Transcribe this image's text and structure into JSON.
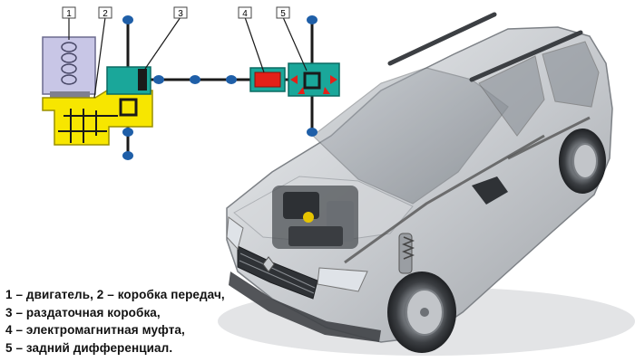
{
  "diagram": {
    "labels": [
      "1",
      "2",
      "3",
      "4",
      "5"
    ],
    "legend_lines": [
      "1 – двигатель, 2 – коробка передач,",
      "3 – раздаточная коробка,",
      "4 – электромагнитная муфта,",
      "5 – задний дифференциал."
    ]
  },
  "colors": {
    "engine": "#c8c6e6",
    "gearbox": "#f7e600",
    "transfer_case": "#1aa79a",
    "coupling": "#e32018",
    "node": "#1f5fa8",
    "shaft": "#1a1a1a",
    "car_body": "#c9cbce"
  }
}
